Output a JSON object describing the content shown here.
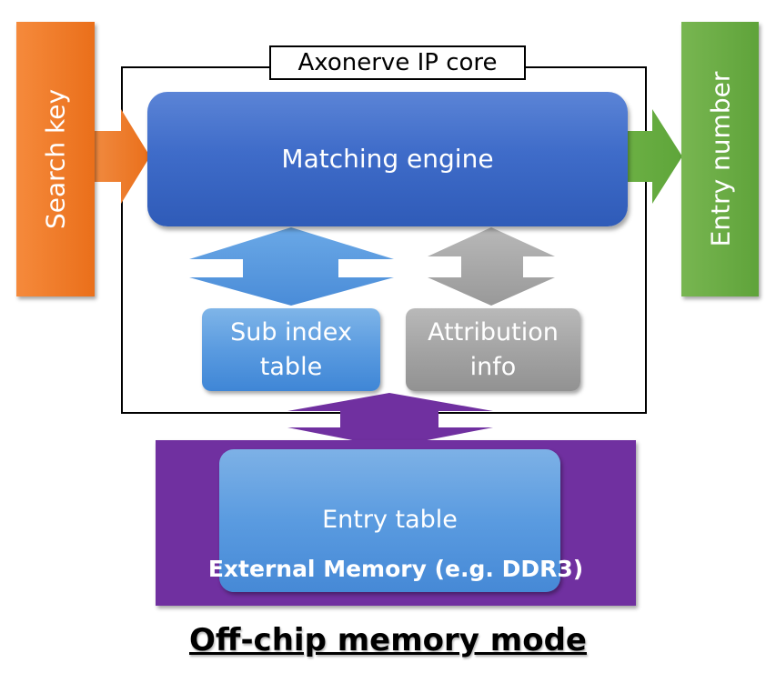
{
  "diagram": {
    "ip_core_label": "Axonerve IP core",
    "input_label": "Search key",
    "output_label": "Entry number",
    "matching_engine_label": "Matching engine",
    "sub_index_label_line1": "Sub index",
    "sub_index_label_line2": "table",
    "attribution_label_line1": "Attribution",
    "attribution_label_line2": "info",
    "entry_table_label": "Entry table",
    "external_memory_label": "External Memory (e.g. DDR3)",
    "caption": "Off-chip memory mode"
  },
  "colors": {
    "search_key": "#ed7d31",
    "entry_number": "#70ad47",
    "matching_engine": "#4472c4",
    "sub_index": "#5b9bd5",
    "attribution": "#a5a5a5",
    "external_memory": "#7030a0"
  }
}
